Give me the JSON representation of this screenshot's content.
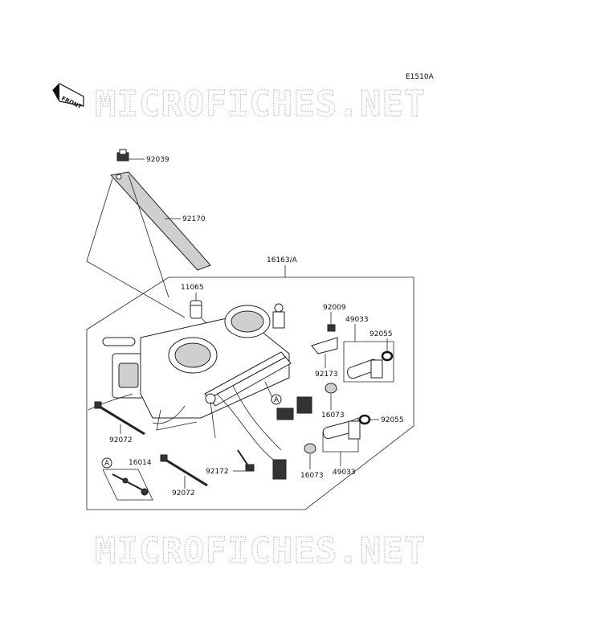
{
  "diagram_code": "E1510A",
  "front_label": "FRONT",
  "watermark": "MICROFICHES.NET",
  "callouts": {
    "c92039": "92039",
    "c92170": "92170",
    "c16163": "16163/A",
    "c11065": "11065",
    "c92009": "92009",
    "c49033_top": "49033",
    "c92055_top": "92055",
    "c92173": "92173",
    "c16073_top": "16073",
    "c92055_bot": "92055",
    "c49033_bot": "49033",
    "c16073_bot": "16073",
    "c92072_left": "92072",
    "c16014": "16014",
    "c92172": "92172",
    "c92072_bot": "92072",
    "ref_a_inset": "A",
    "ref_a_main": "A"
  }
}
